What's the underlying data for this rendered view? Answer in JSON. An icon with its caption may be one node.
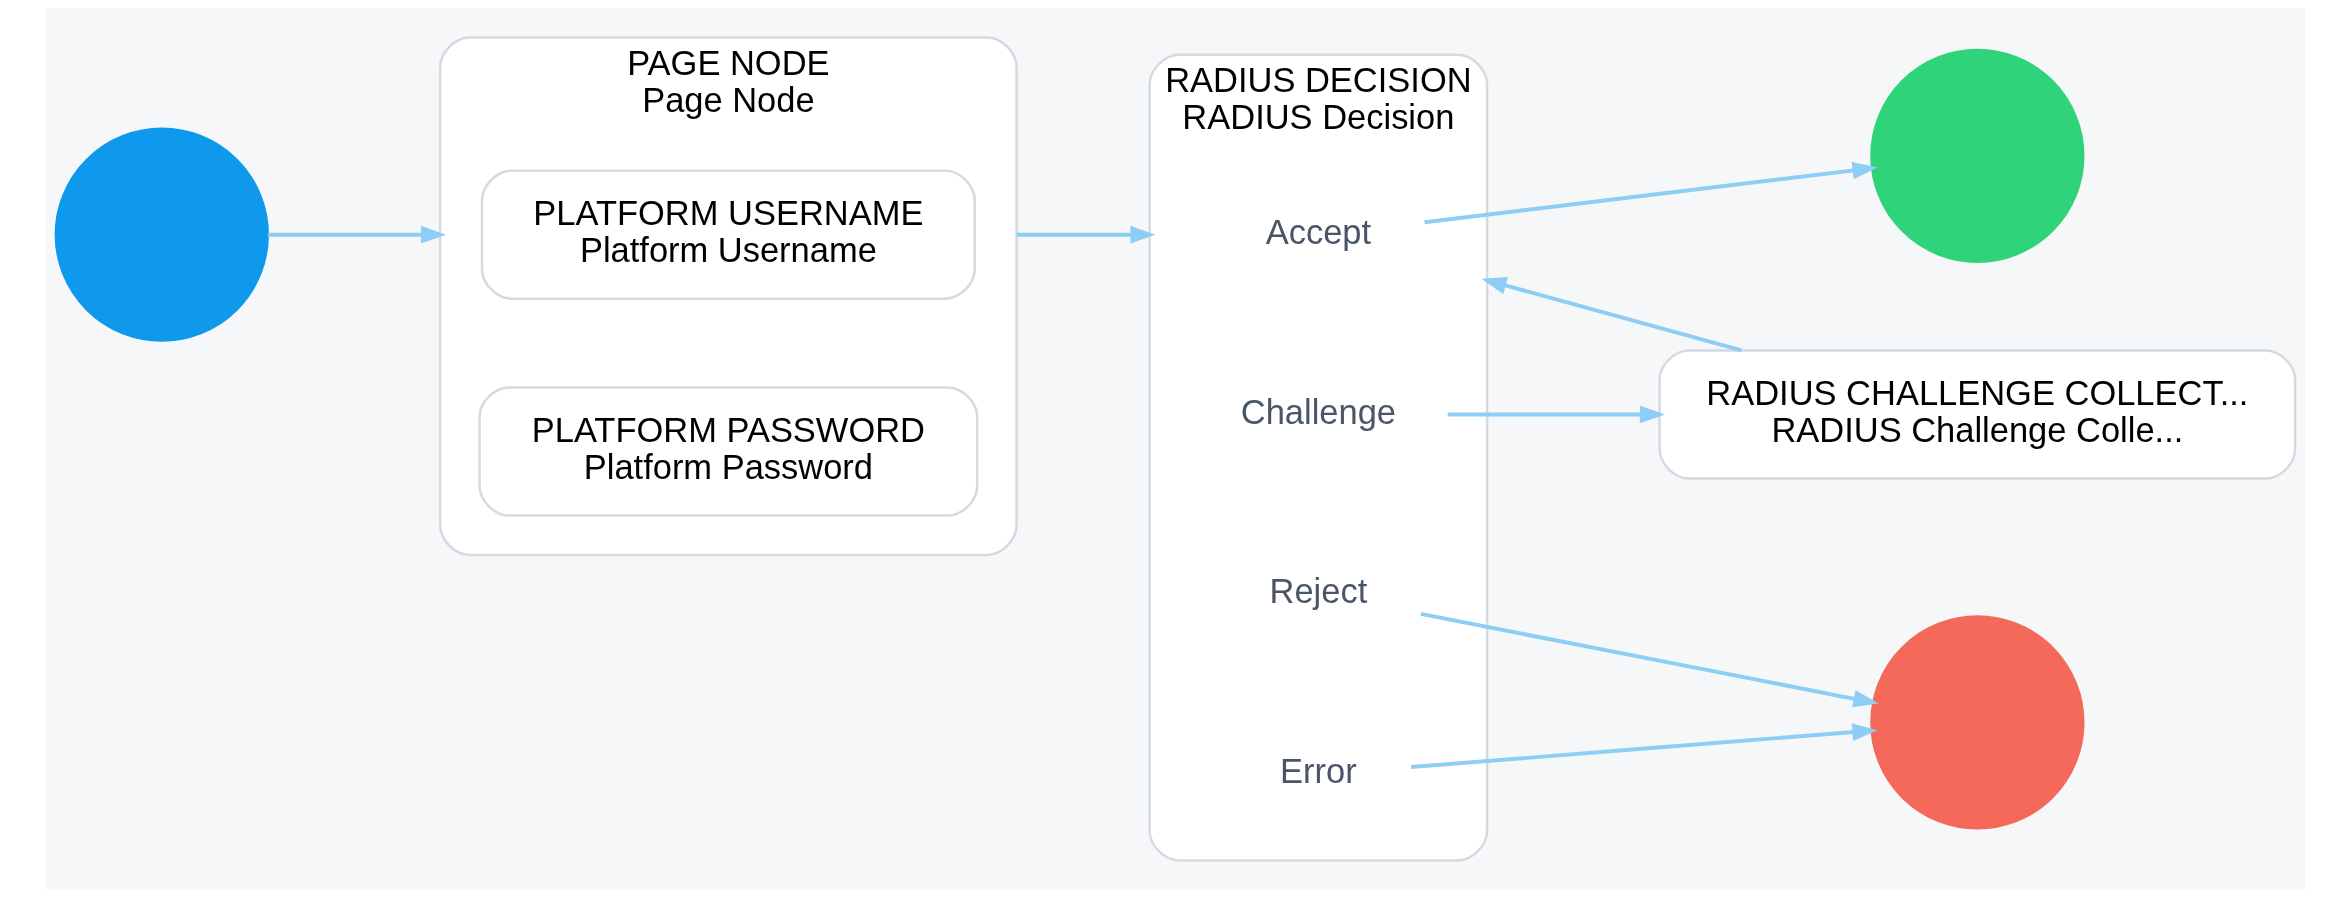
{
  "diagram": {
    "nodes": [
      {
        "text": [],
        "shape": "circle"
      },
      {
        "text": [
          "PAGE NODE",
          "Page Node"
        ]
      },
      {
        "text": [
          "PLATFORM USERNAME",
          "Platform Username"
        ],
        "in": 1
      },
      {
        "text": [
          "PLATFORM PASSWORD",
          "Platform Password"
        ],
        "in": 1
      },
      {
        "text": [
          "RADIUS DECISION",
          "RADIUS Decision"
        ]
      },
      {
        "text": [
          "Accept"
        ],
        "in": 4
      },
      {
        "text": [
          "Reject"
        ],
        "in": 4
      },
      {
        "text": [
          "Challenge"
        ],
        "in": 4
      },
      {
        "text": [
          "Error"
        ],
        "in": 4
      },
      {
        "text": [],
        "shape": "circle"
      },
      {
        "text": [],
        "shape": "circle"
      },
      {
        "text": [
          "RADIUS CHALLENGE COLLECT...",
          "RADIUS Challenge Colle..."
        ]
      }
    ],
    "edges": [
      {
        "from": 0,
        "to": 1,
        "arrow": "to"
      },
      {
        "from": 1,
        "to": 4,
        "arrow": "to"
      },
      {
        "from": 5,
        "to": 9,
        "arrow": "to"
      },
      {
        "from": 6,
        "to": 10,
        "arrow": "to"
      },
      {
        "from": 7,
        "to": 11,
        "arrow": "to"
      },
      {
        "from": 8,
        "to": 10,
        "arrow": "to"
      },
      {
        "from": 11,
        "to": 4,
        "arrow": "to"
      }
    ]
  }
}
